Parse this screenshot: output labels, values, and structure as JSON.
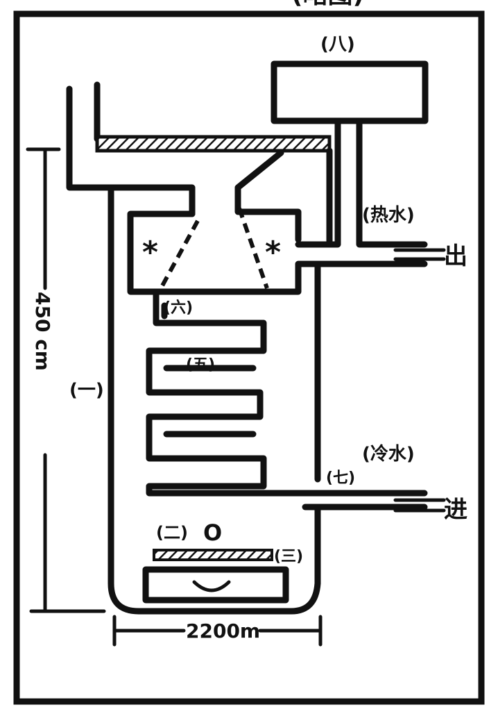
{
  "caption_top": "(略图)",
  "caption_bottom": "",
  "labels": {
    "eight": "(八)",
    "hot_water": "(热水)",
    "outlet": "出",
    "asterisk_left": "*",
    "asterisk_right": "*",
    "six": "(六)",
    "five": "(五)",
    "one": "(一)",
    "cold_water": "(冷水)",
    "seven": "(七)",
    "inlet": "进",
    "two": "(二)",
    "circle": "O",
    "three": "(三)",
    "height": "450 cm",
    "width": "2200m"
  }
}
